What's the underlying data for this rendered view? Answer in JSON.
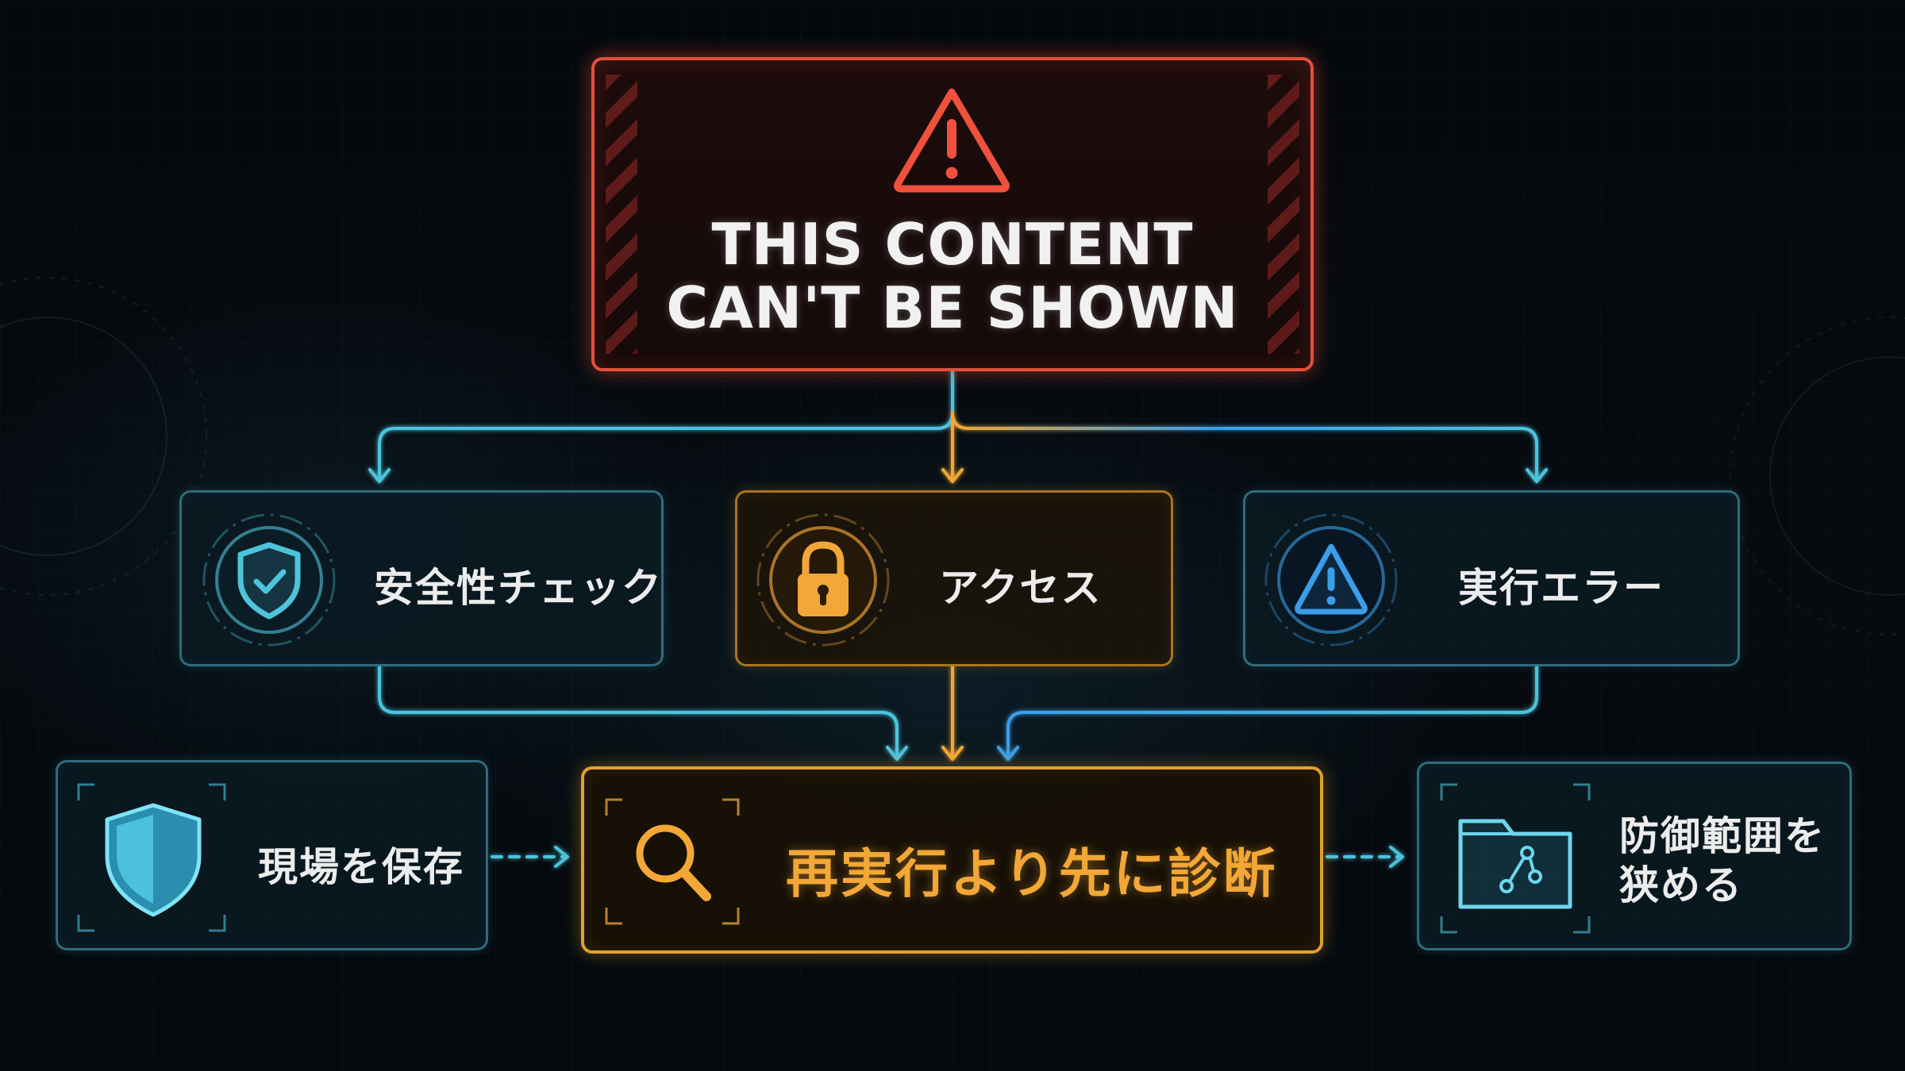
{
  "warning": {
    "title_line1": "THIS CONTENT",
    "title_line2": "CAN'T BE SHOWN",
    "icon": "warning-triangle-icon",
    "color": "#e2503c"
  },
  "causes": [
    {
      "label": "安全性チェック",
      "icon": "shield-check-icon",
      "color": "#4ec3dc"
    },
    {
      "label": "アクセス",
      "icon": "padlock-icon",
      "color": "#f2a736"
    },
    {
      "label": "実行エラー",
      "icon": "warning-triangle-icon",
      "color": "#3a9ee8"
    }
  ],
  "actions": {
    "preserve": {
      "label": "現場を保存",
      "icon": "shield-icon"
    },
    "diagnose": {
      "label": "再実行より先に診断",
      "icon": "magnifier-icon"
    },
    "narrow": {
      "label": "防御範囲を狭める",
      "icon": "folder-network-icon"
    }
  },
  "colors": {
    "background": "#05080c",
    "cyan": "#4ec3dc",
    "amber": "#f2a736",
    "blue": "#3a9ee8",
    "red": "#e2503c"
  }
}
